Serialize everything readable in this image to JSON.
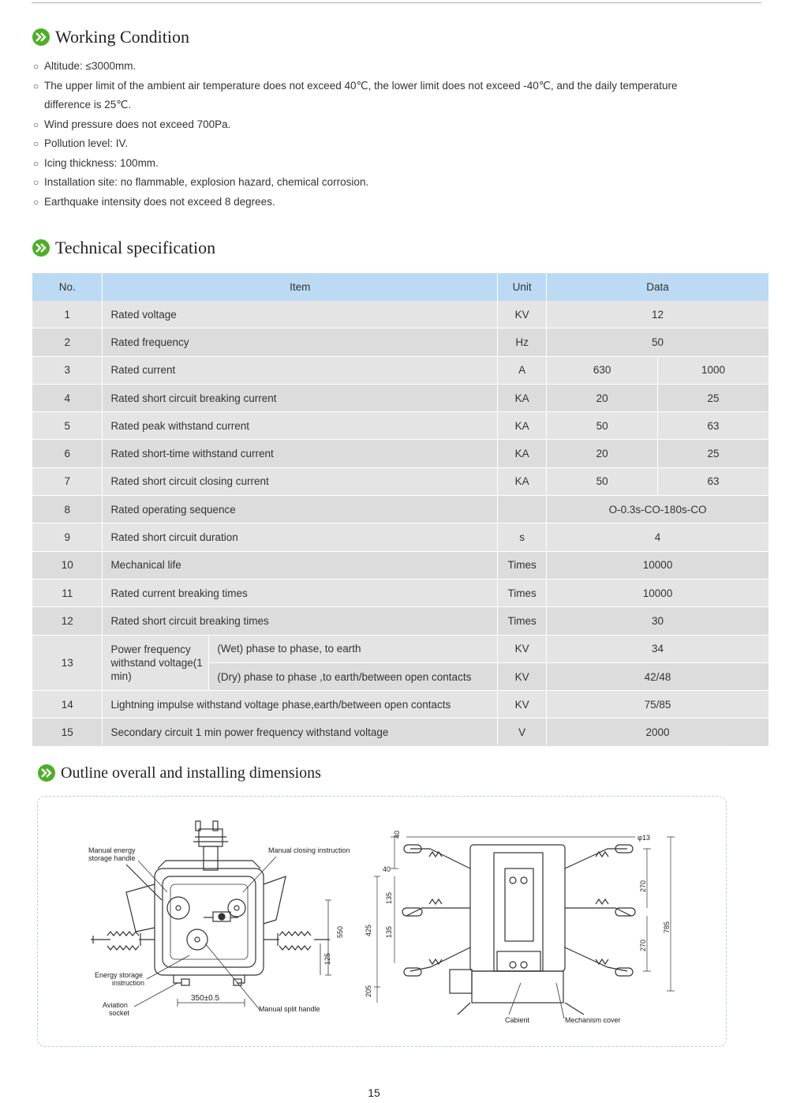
{
  "working_condition": {
    "title": "Working Condition",
    "bullet": "○",
    "items": [
      "Altitude: ≤3000mm.",
      "The upper limit of the ambient air temperature does not exceed 40℃, the lower limit does not exceed -40℃, and the daily temperature",
      "Wind pressure does not exceed 700Pa.",
      "Pollution level: IV.",
      "Icing thickness: 100mm.",
      "Installation site: no flammable, explosion hazard, chemical corrosion.",
      "Earthquake intensity does not exceed 8 degrees."
    ],
    "item2_continuation": "difference is 25℃."
  },
  "tech_spec": {
    "title": "Technical specification",
    "headers": {
      "no": "No.",
      "item": "Item",
      "unit": "Unit",
      "data": "Data"
    },
    "rows": [
      {
        "no": "1",
        "item": "Rated voltage",
        "unit": "KV",
        "data": "12"
      },
      {
        "no": "2",
        "item": "Rated frequency",
        "unit": "Hz",
        "data": "50"
      },
      {
        "no": "3",
        "item": "Rated current",
        "unit": "A",
        "d1": "630",
        "d2": "1000"
      },
      {
        "no": "4",
        "item": "Rated short circuit breaking current",
        "unit": "KA",
        "d1": "20",
        "d2": "25"
      },
      {
        "no": "5",
        "item": "Rated peak withstand current",
        "unit": "KA",
        "d1": "50",
        "d2": "63"
      },
      {
        "no": "6",
        "item": "Rated short-time withstand current",
        "unit": "KA",
        "d1": "20",
        "d2": "25"
      },
      {
        "no": "7",
        "item": "Rated short circuit closing current",
        "unit": "KA",
        "d1": "50",
        "d2": "63"
      },
      {
        "no": "8",
        "item": "Rated operating sequence",
        "unit": "",
        "data": "O-0.3s-CO-180s-CO"
      },
      {
        "no": "9",
        "item": "Rated short circuit duration",
        "unit": "s",
        "data": "4"
      },
      {
        "no": "10",
        "item": "Mechanical life",
        "unit": "Times",
        "data": "10000"
      },
      {
        "no": "11",
        "item": "Rated current breaking times",
        "unit": "Times",
        "data": "10000"
      },
      {
        "no": "12",
        "item": "Rated short circuit breaking times",
        "unit": "Times",
        "data": "30"
      },
      {
        "no": "13",
        "item": "Power frequency withstand voltage(1 min)",
        "sub1": "(Wet) phase to phase, to earth",
        "unit1": "KV",
        "data1": "34",
        "sub2": "(Dry) phase to phase ,to earth/between open contacts",
        "unit2": "KV",
        "data2": "42/48"
      },
      {
        "no": "14",
        "item": "Lightning impulse withstand voltage phase,earth/between open contacts",
        "unit": "KV",
        "data": "75/85"
      },
      {
        "no": "15",
        "item": "Secondary circuit 1 min power frequency withstand voltage",
        "unit": "V",
        "data": "2000"
      }
    ]
  },
  "outline": {
    "title": "Outline overall and installing dimensions",
    "labels": {
      "manual_energy": "Manual energy",
      "storage_handle": "storage handle",
      "manual_closing": "Manual closing instruction",
      "energy_storage": "Energy storage",
      "instruction": "instruction",
      "aviation": "Aviation",
      "socket": "socket",
      "manual_split": "Manual split handle",
      "cabient": "Cabient",
      "mechanism_cover": "Mechanism cover"
    },
    "dimensions": {
      "d350": "350±0.5",
      "d550": "550",
      "d125": "125",
      "d40a": "40",
      "d40b": "40",
      "d135a": "135",
      "d135b": "135",
      "d425": "425",
      "d205": "205",
      "d270a": "270",
      "d270b": "270",
      "d785": "785",
      "d13": "φ13"
    }
  },
  "page_number": "15"
}
